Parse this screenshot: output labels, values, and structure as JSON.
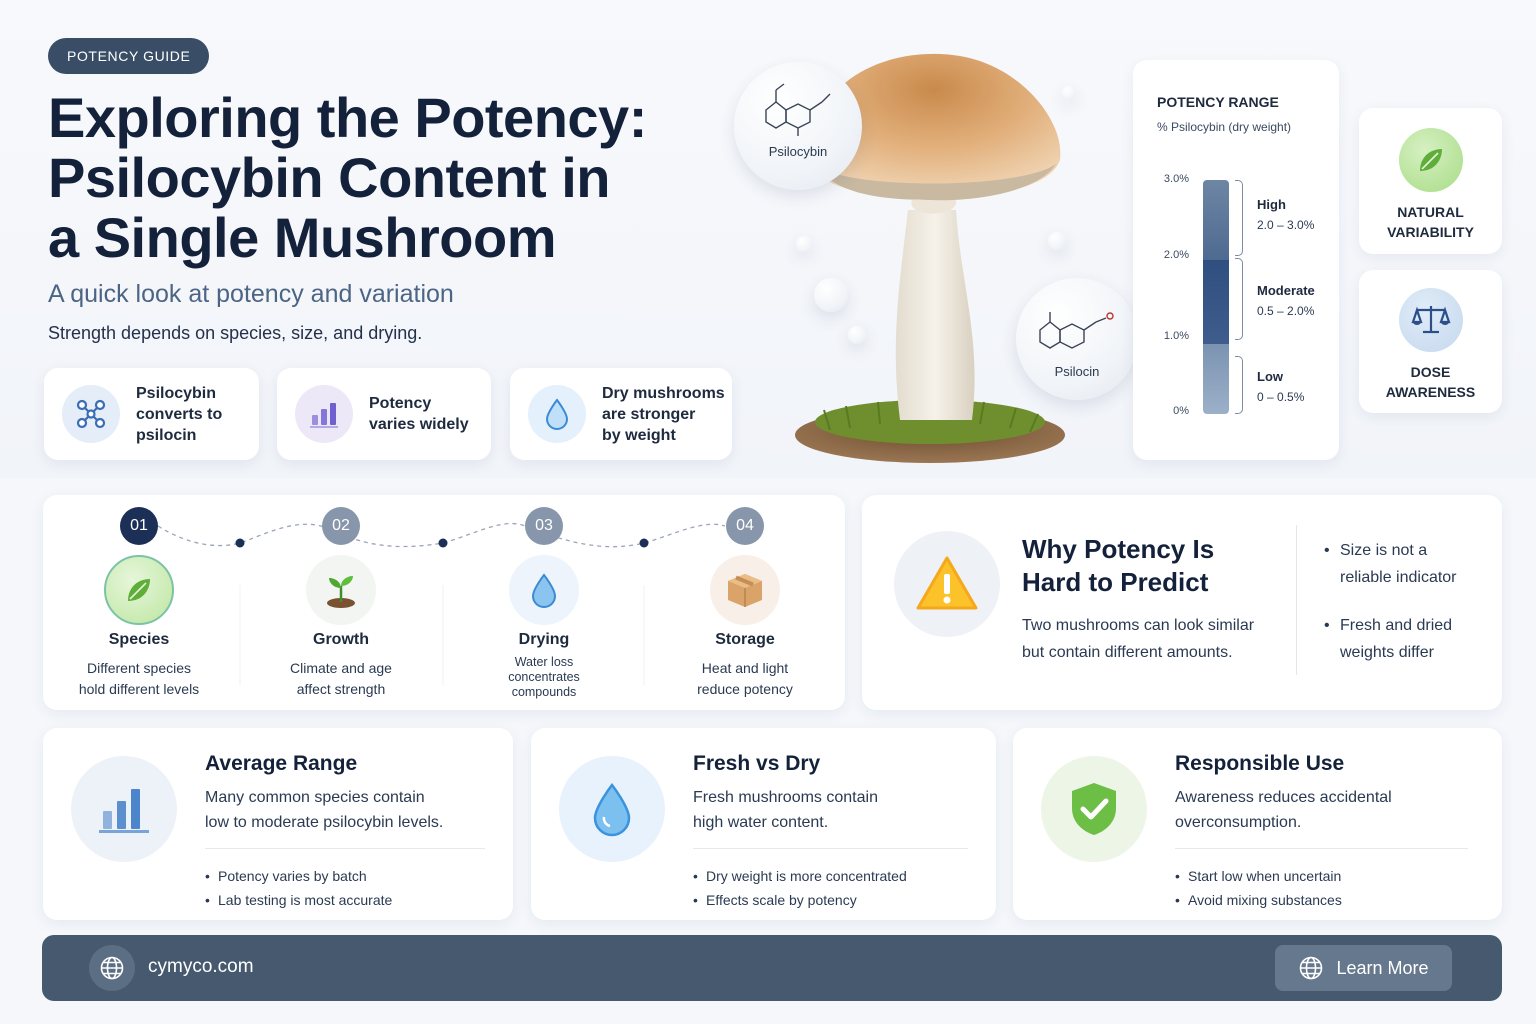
{
  "badge": "POTENCY GUIDE",
  "title": [
    "Exploring the Potency:",
    "Psilocybin Content in",
    "a Single Mushroom"
  ],
  "subtitle": "A quick look at potency and variation",
  "tagline": "Strength depends on species, size, and drying.",
  "features": [
    {
      "icon": "molecule-icon",
      "text": "Psilocybin\nconverts to\npsilocin"
    },
    {
      "icon": "bar-chart-icon",
      "text": "Potency\nvaries widely"
    },
    {
      "icon": "water-drop-icon",
      "text": "Dry mushrooms\nare stronger\nby weight"
    }
  ],
  "hero": {
    "bubble_left_label": "Psilocybin",
    "bubble_right_label": "Psilocin"
  },
  "potency_range": {
    "title": "POTENCY RANGE",
    "subtitle": "% Psilocybin (dry weight)",
    "ticks": [
      "3.0%",
      "2.0%",
      "1.0%",
      "0%"
    ],
    "levels": [
      {
        "name": "High",
        "range": "2.0 – 3.0%"
      },
      {
        "name": "Moderate",
        "range": "0.5 – 2.0%"
      },
      {
        "name": "Low",
        "range": "0 – 0.5%"
      }
    ]
  },
  "side_cards": [
    {
      "icon": "leaf-icon",
      "label": "NATURAL\nVARIABILITY"
    },
    {
      "icon": "scale-icon",
      "label": "DOSE\nAWARENESS"
    }
  ],
  "steps": [
    {
      "num": "01",
      "icon": "leaf-icon",
      "title": "Species",
      "desc": "Different species\nhold different levels"
    },
    {
      "num": "02",
      "icon": "sprout-icon",
      "title": "Growth",
      "desc": "Climate and age\naffect strength"
    },
    {
      "num": "03",
      "icon": "water-drop-icon",
      "title": "Drying",
      "desc": "Water loss\nconcentrates\ncompounds"
    },
    {
      "num": "04",
      "icon": "box-icon",
      "title": "Storage",
      "desc": "Heat and light\nreduce potency"
    }
  ],
  "why": {
    "title": "Why Potency Is\nHard to Predict",
    "body": "Two mushrooms can look similar\nbut contain different amounts.",
    "bullets": [
      "Size is not a\nreliable indicator",
      "Fresh and dried\nweights differ"
    ]
  },
  "bottom_cards": [
    {
      "icon": "bar-chart-icon",
      "title": "Average Range",
      "body": "Many common species contain\nlow to moderate psilocybin levels.",
      "bullets": [
        "Potency varies by batch",
        "Lab testing is most accurate"
      ]
    },
    {
      "icon": "water-drop-icon",
      "title": "Fresh vs Dry",
      "body": "Fresh mushrooms contain\nhigh water content.",
      "bullets": [
        "Dry weight is more concentrated",
        "Effects scale by potency"
      ]
    },
    {
      "icon": "shield-check-icon",
      "title": "Responsible Use",
      "body": "Awareness reduces accidental\noverconsumption.",
      "bullets": [
        "Start low when uncertain",
        "Avoid mixing substances"
      ]
    }
  ],
  "footer": {
    "url": "cymyco.com",
    "button": "Learn More"
  },
  "colors": {
    "navy": "#14213a",
    "slate": "#46596f",
    "accent_blue": "#4c6585",
    "step_active": "#1c2f57"
  }
}
